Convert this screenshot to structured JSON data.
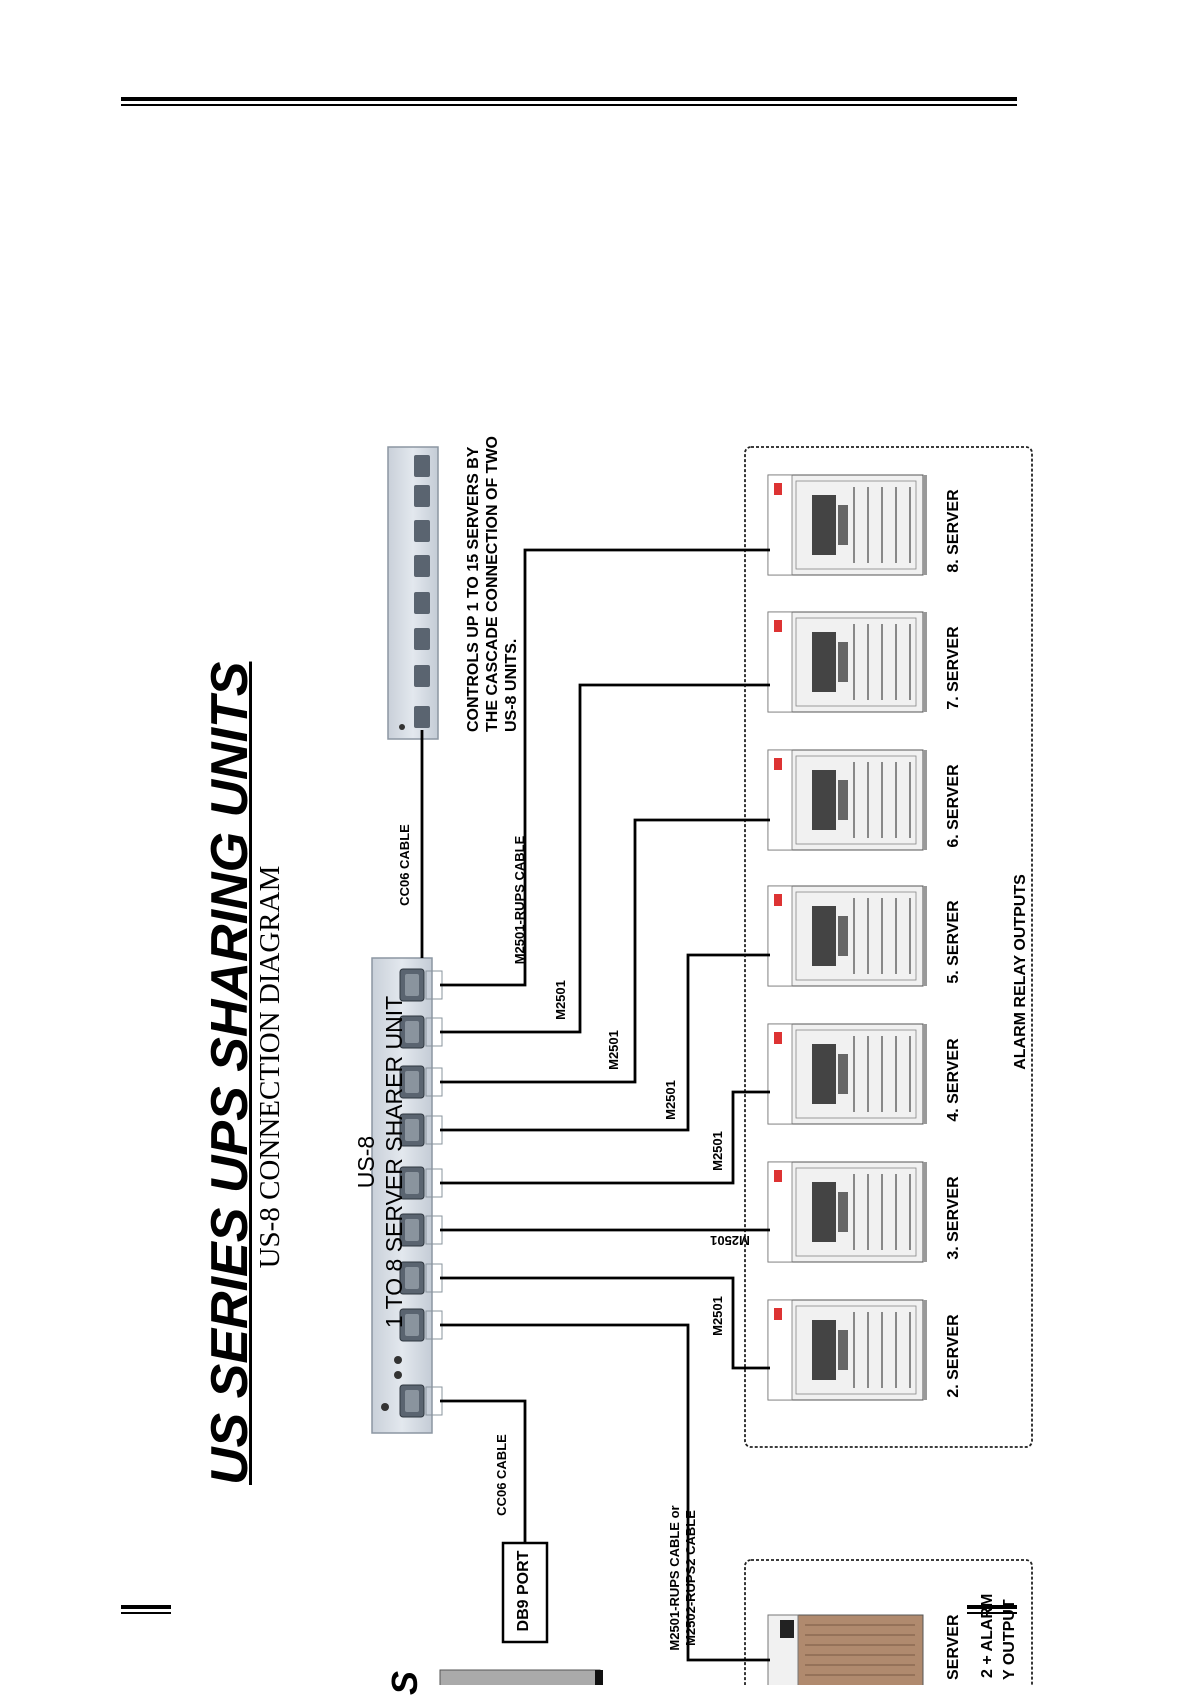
{
  "diagram": {
    "title": "US SERIES UPS SHARING UNITS",
    "subtitle": "US-8 CONNECTION DIAGRAM",
    "unit_model": "US-8",
    "unit_description": "1 TO 8 SERVER SHARER UNIT",
    "cascade_note": [
      "CONTROLS UP 1 TO 15 SERVERS BY",
      "THE CASCADE CONNECTION OF TWO",
      "US-8 UNITS."
    ],
    "cables": {
      "cc06_top": "CC06 CABLE",
      "cc06_bottom": "CC06 CABLE",
      "rups": "M2501-RUPS CABLE",
      "m2501": "M2501",
      "rups_or_top": "M2501-RUPS CABLE or",
      "rups_or_bottom": "M2502-RUPS2 CABLE"
    },
    "db9_port": "DB9 PORT",
    "servers": [
      "2. SERVER",
      "3. SERVER",
      "4. SERVER",
      "5. SERVER",
      "6. SERVER",
      "7. SERVER",
      "8. SERVER"
    ],
    "alarm_group_label": "ALARM RELAY OUTPUTS",
    "bottom_server_partial": [
      "SERVER",
      "2 + ALARM",
      "Y OUTPUT"
    ],
    "partial_heading_glyph": "S",
    "colors": {
      "line": "#000000",
      "unit_body": "#d7dde5",
      "tower_body": "#b08a6e",
      "box_border": "#222222"
    }
  }
}
